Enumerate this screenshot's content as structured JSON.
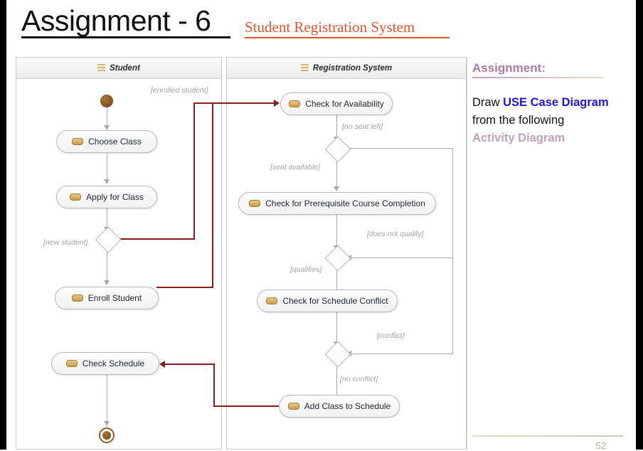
{
  "header": {
    "title": "Assignment - 6",
    "subtitle": "Student Registration System"
  },
  "diagram": {
    "type": "uml-activity-diagram",
    "lanes": [
      {
        "id": "student",
        "label": "Student",
        "icon": "swimlane-icon"
      },
      {
        "id": "registration_system",
        "label": "Registration System",
        "icon": "swimlane-icon"
      }
    ],
    "student_lane": {
      "initial_node": "initial-node",
      "final_node": "final-node",
      "activities": [
        {
          "label": "Choose Class"
        },
        {
          "label": "Apply for Class"
        },
        {
          "label": "Enroll Student"
        },
        {
          "label": "Check Schedule"
        }
      ],
      "decisions": [
        {
          "id": "student-decision"
        }
      ],
      "guards": [
        {
          "text": "[enrolled student]"
        },
        {
          "text": "[new student]"
        }
      ]
    },
    "system_lane": {
      "activities": [
        {
          "label": "Check for Availability"
        },
        {
          "label": "Check for Prerequisite Course Completion"
        },
        {
          "label": "Check for Schedule Conflict"
        },
        {
          "label": "Add Class to Schedule"
        }
      ],
      "decisions": [
        {
          "id": "availability-decision"
        },
        {
          "id": "prerequisite-decision"
        },
        {
          "id": "conflict-decision"
        }
      ],
      "guards": [
        {
          "text": "[no seat left]"
        },
        {
          "text": "[seat available]"
        },
        {
          "text": "[does not qualify]"
        },
        {
          "text": "[qualifies]"
        },
        {
          "text": "[conflict]"
        },
        {
          "text": "[no conflict]"
        }
      ]
    },
    "colors": {
      "cross_lane_flow": "#8b1c1c",
      "flow": "#a8a8a8",
      "node_icon": "#c99b48",
      "guard_text": "#a3a3a3"
    }
  },
  "assignment_panel": {
    "title": "Assignment:",
    "line1_prefix": "Draw ",
    "line1_emphasis": "USE Case Diagram",
    "line2": "from the following",
    "line3": "Activity Diagram",
    "page_number": "52"
  }
}
